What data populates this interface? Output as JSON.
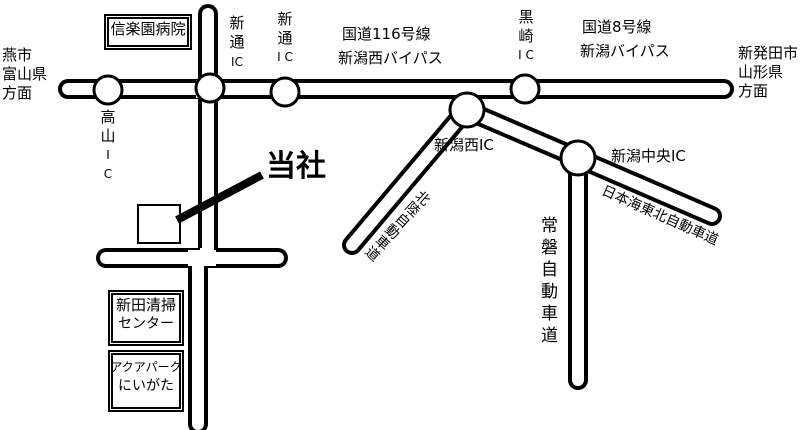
{
  "map": {
    "directions": {
      "west": [
        "燕市",
        "富山県",
        "方面"
      ],
      "east": [
        "新発田市",
        "山形県",
        "方面"
      ]
    },
    "landmarks": {
      "hospital": "信楽園病院",
      "office": "当社",
      "cleaning_center": [
        "新田清掃",
        "センター"
      ],
      "aquapark": [
        "アクアパーク",
        "にいがた"
      ]
    },
    "interchanges": {
      "takayama": [
        "高",
        "山",
        "I",
        "C"
      ],
      "shindori_1": [
        "新",
        "通",
        "I",
        "C"
      ],
      "shindori_2": [
        "新",
        "通",
        "I",
        "C"
      ],
      "kurosaki": [
        "黒",
        "崎",
        "I",
        "C"
      ],
      "niigata_nishi": "新潟西IC",
      "niigata_chuo": "新潟中央IC"
    },
    "roads": {
      "route116": [
        "国道116号線",
        "新潟西バイパス"
      ],
      "route8": [
        "国道8号線",
        "新潟バイパス"
      ],
      "hokuriku": "北陸自動車道",
      "banetsu": "常磐自動車道",
      "nihonkai_tohoku": "日本海東北自動車道"
    }
  }
}
